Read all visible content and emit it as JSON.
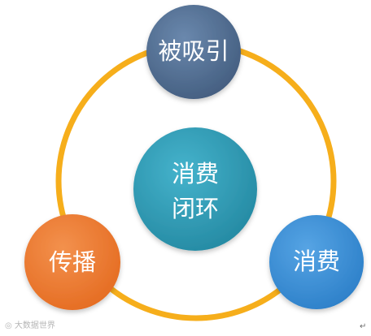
{
  "diagram": {
    "nodes": {
      "top": {
        "label": "被吸引"
      },
      "center": {
        "line1": "消费",
        "line2": "闭环"
      },
      "left": {
        "label": "传播"
      },
      "right": {
        "label": "消费"
      }
    },
    "colors": {
      "ring": "#F6AE1B",
      "top": "#4D6A8E",
      "center": "#2E9BB6",
      "left": "#EC7A30",
      "right": "#3A8FD8"
    }
  },
  "watermark": {
    "text": "大数据世界"
  },
  "corner_mark": "↵"
}
